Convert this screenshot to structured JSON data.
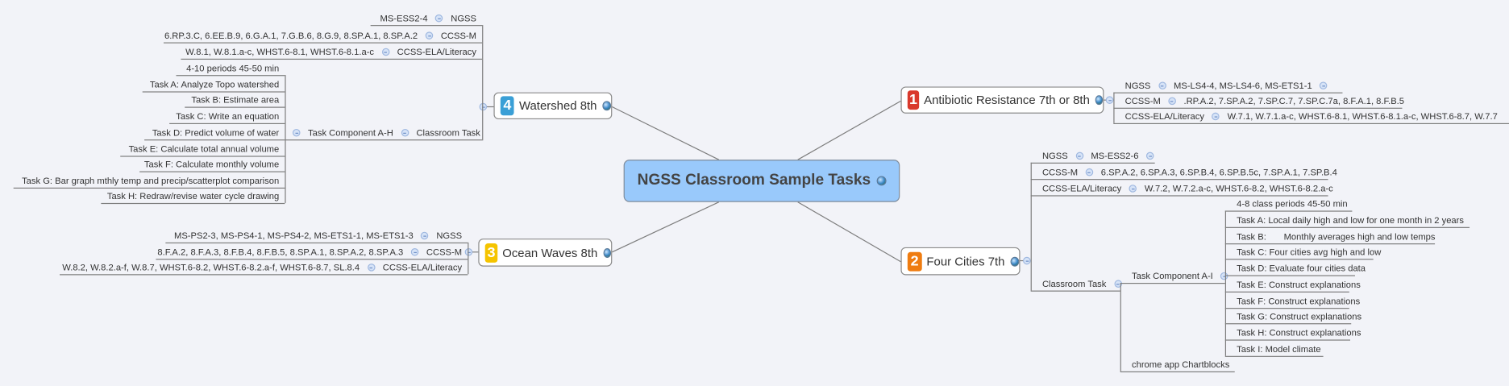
{
  "central_topic": {
    "title": "NGSS Classroom Sample Tasks",
    "icon": "globe-icon",
    "fill": "#99c9fb"
  },
  "topics": {
    "antibiotic": {
      "number": "1",
      "badge_color": "#d9392c",
      "label": "Antibiotic Resistance 7th or 8th",
      "icon": "globe-icon",
      "standards": [
        {
          "label": "NGSS",
          "value": "MS-LS4-4, MS-LS4-6, MS-ETS1-1"
        },
        {
          "label": "CCSS-M",
          "value": ".RP.A.2, 7.SP.A.2, 7.SP.C.7, 7.SP.C.7a, 8.F.A.1, 8.F.B.5"
        },
        {
          "label": "CCSS-ELA/Literacy",
          "value": "W.7.1, W.7.1.a-c, WHST.6-8.1, WHST.6-8.1.a-c, WHST.6-8.7, W.7.7"
        }
      ]
    },
    "four_cities": {
      "number": "2",
      "badge_color": "#ef7c10",
      "label": "Four Cities 7th",
      "icon": "globe-icon",
      "standards": [
        {
          "label": "NGSS",
          "value": "MS-ESS2-6"
        },
        {
          "label": "CCSS-M",
          "value": "6.SP.A.2, 6.SP.A.3, 6.SP.B.4, 6.SP.B.5c, 7.SP.A.1, 7.SP.B.4"
        },
        {
          "label": "CCSS-ELA/Literacy",
          "value": "W.7.2, W.7.2.a-c, WHST.6-8.2, WHST.6-8.2.a-c"
        }
      ],
      "classroom_task": {
        "label": "Classroom Task",
        "component": "Task Component A-I",
        "tool": "chrome app Chartblocks",
        "items": [
          "4-8 class periods 45-50 min",
          "Task A: Local daily high and low for one month in 2 years",
          "Task B:       Monthly averages high and low temps",
          "Task C: Four cities avg high and low",
          "Task D: Evaluate four cities data",
          "Task E: Construct explanations",
          "Task F: Construct explanations",
          "Task G: Construct explanations",
          "Task H: Construct explanations",
          "Task I: Model climate"
        ]
      }
    },
    "ocean_waves": {
      "number": "3",
      "badge_color": "#f5c400",
      "label": "Ocean Waves 8th",
      "icon": "globe-icon",
      "standards": [
        {
          "label": "NGSS",
          "value": "MS-PS2-3, MS-PS4-1, MS-PS4-2, MS-ETS1-1, MS-ETS1-3"
        },
        {
          "label": "CCSS-M",
          "value": "8.F.A.2, 8.F.A.3, 8.F.B.4, 8.F.B.5, 8.SP.A.1, 8.SP.A.2, 8.SP.A.3"
        },
        {
          "label": "CCSS-ELA/Literacy",
          "value": "W.8.2, W.8.2.a-f, W.8.7, WHST.6-8.2, WHST.6-8.2.a-f, WHST.6-8.7, SL.8.4"
        }
      ]
    },
    "watershed": {
      "number": "4",
      "badge_color": "#3a9fd6",
      "label": "Watershed 8th",
      "icon": "globe-icon",
      "standards": [
        {
          "label": "NGSS",
          "value": "MS-ESS2-4"
        },
        {
          "label": "CCSS-M",
          "value": "6.RP.3.C, 6.EE.B.9, 6.G.A.1, 7.G.B.6, 8.G.9, 8.SP.A.1, 8.SP.A.2"
        },
        {
          "label": "CCSS-ELA/Literacy",
          "value": "W.8.1, W.8.1.a-c, WHST.6-8.1, WHST.6-8.1.a-c"
        }
      ],
      "classroom_task": {
        "label": "Classroom Task",
        "component": "Task Component A-H",
        "items": [
          "4-10 periods 45-50 min",
          "Task A: Analyze Topo watershed",
          "Task B: Estimate area",
          "Task C: Write an equation",
          "Task D: Predict volume of water",
          "Task E: Calculate total annual volume",
          "Task F: Calculate monthly volume",
          "Task G: Bar graph mthly temp and precip/scatterplot comparison",
          "Task H: Redraw/revise water cycle drawing"
        ]
      }
    }
  }
}
